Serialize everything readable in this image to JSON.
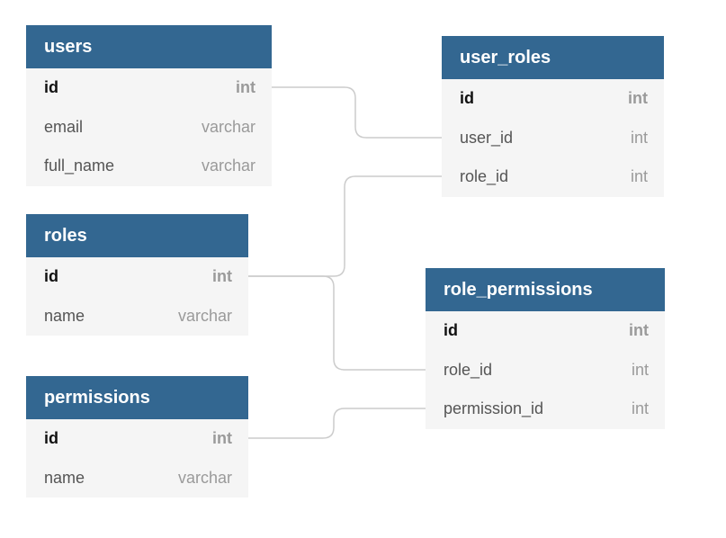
{
  "tables": {
    "users": {
      "name": "users",
      "columns": [
        {
          "name": "id",
          "type": "int",
          "pk": true
        },
        {
          "name": "email",
          "type": "varchar"
        },
        {
          "name": "full_name",
          "type": "varchar"
        }
      ]
    },
    "user_roles": {
      "name": "user_roles",
      "columns": [
        {
          "name": "id",
          "type": "int",
          "pk": true
        },
        {
          "name": "user_id",
          "type": "int"
        },
        {
          "name": "role_id",
          "type": "int"
        }
      ]
    },
    "roles": {
      "name": "roles",
      "columns": [
        {
          "name": "id",
          "type": "int",
          "pk": true
        },
        {
          "name": "name",
          "type": "varchar"
        }
      ]
    },
    "role_permissions": {
      "name": "role_permissions",
      "columns": [
        {
          "name": "id",
          "type": "int",
          "pk": true
        },
        {
          "name": "role_id",
          "type": "int"
        },
        {
          "name": "permission_id",
          "type": "int"
        }
      ]
    },
    "permissions": {
      "name": "permissions",
      "columns": [
        {
          "name": "id",
          "type": "int",
          "pk": true
        },
        {
          "name": "name",
          "type": "varchar"
        }
      ]
    }
  },
  "relationships": [
    {
      "from": "users.id",
      "to": "user_roles.user_id"
    },
    {
      "from": "roles.id",
      "to": "user_roles.role_id"
    },
    {
      "from": "roles.id",
      "to": "role_permissions.role_id"
    },
    {
      "from": "permissions.id",
      "to": "role_permissions.permission_id"
    }
  ],
  "colors": {
    "header": "#336791",
    "body": "#f5f5f5",
    "connector": "#cccccc"
  }
}
